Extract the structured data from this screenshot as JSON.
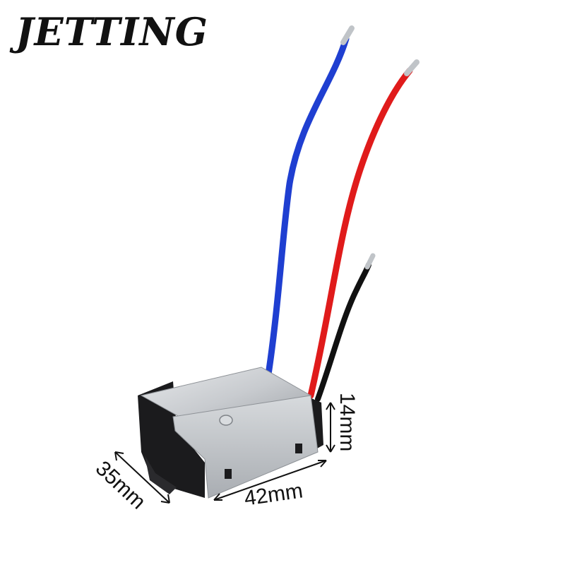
{
  "brand": {
    "logo_text": "JETTING"
  },
  "dimensions": {
    "width": "42mm",
    "depth": "35mm",
    "height": "14mm"
  },
  "colors": {
    "blue_wire": "#1f3fd1",
    "red_wire": "#e01b1b",
    "black_wire": "#111111",
    "metal_cover": "#c9ccd0",
    "black_housing": "#1b1b1d"
  }
}
